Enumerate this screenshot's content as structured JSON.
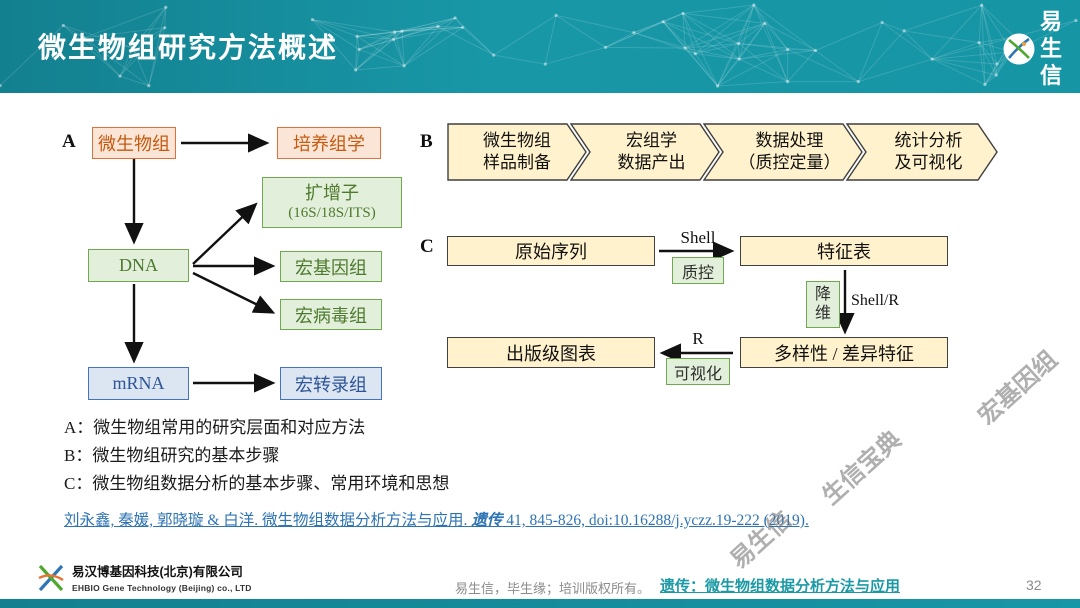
{
  "header": {
    "title": "微生物组研究方法概述",
    "logo_chars": [
      "易",
      "生",
      "信"
    ]
  },
  "panelA": {
    "label": "A",
    "boxes": {
      "microbiome": "微生物组",
      "culturomics": "培养组学",
      "dna": "DNA",
      "amplicon_line1": "扩增子",
      "amplicon_line2": "(16S/18S/ITS)",
      "metagenome": "宏基因组",
      "metavirome": "宏病毒组",
      "mrna": "mRNA",
      "metatranscriptome": "宏转录组"
    }
  },
  "panelB": {
    "label": "B",
    "steps": [
      {
        "line1": "微生物组",
        "line2": "样品制备"
      },
      {
        "line1": "宏组学",
        "line2": "数据产出"
      },
      {
        "line1": "数据处理",
        "line2": "（质控定量）"
      },
      {
        "line1": "统计分析",
        "line2": "及可视化"
      }
    ]
  },
  "panelC": {
    "label": "C",
    "boxes": {
      "raw": "原始序列",
      "feature": "特征表",
      "diversity": "多样性 / 差异特征",
      "figures": "出版级图表"
    },
    "edges": {
      "shell": "Shell",
      "qc": "质控",
      "dim_line1": "降",
      "dim_line2": "维",
      "shell_r": "Shell/R",
      "r": "R",
      "vis": "可视化"
    }
  },
  "legend": [
    "A：微生物组常用的研究层面和对应方法",
    "B：微生物组研究的基本步骤",
    "C：微生物组数据分析的基本步骤、常用环境和思想"
  ],
  "citation": {
    "pre": "刘永鑫, 秦媛, 郭晓璇 & 白洋. 微生物组数据分析方法与应用. ",
    "journal": "遗传",
    "post": " 41, 845-826, doi:10.16288/j.yczz.19-222 (2019)."
  },
  "watermarks": [
    "宏基因组",
    "生信宝典",
    "易生信"
  ],
  "footer": {
    "company_cn": "易汉博基因科技(北京)有限公司",
    "company_en": "EHBIO Gene Technology (Beijing) co., LTD",
    "copyright": "易生信，毕生缘；培训版权所有。",
    "link": "遗传：微生物组数据分析方法与应用",
    "page": "32"
  },
  "colors": {
    "header_teal": "#1695A5",
    "link_teal": "#1B9AA5",
    "citation_blue": "#2E74B5",
    "orange_box": "#FBE5D6",
    "green_box": "#E2EFDA",
    "blue_box": "#DCE6F2",
    "cream_box": "#FFF2CC"
  }
}
